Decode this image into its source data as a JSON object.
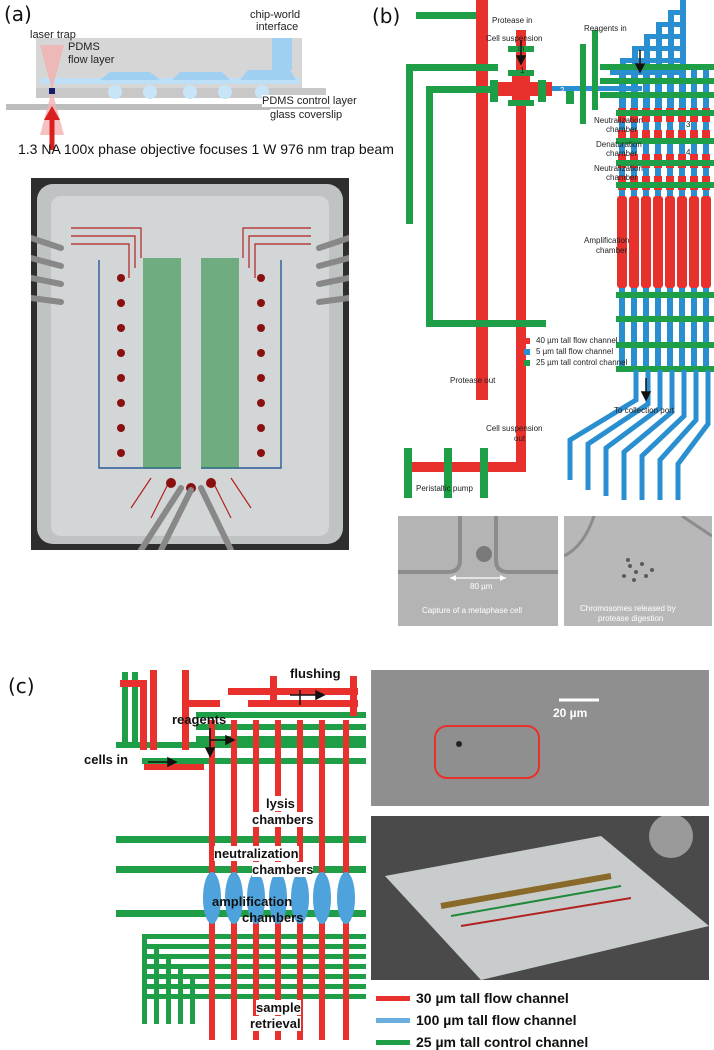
{
  "panel_a": {
    "label": "(a)",
    "laser_trap": "laser trap",
    "pdms": "PDMS",
    "flow_layer": "flow layer",
    "chip_world": "chip-world",
    "interface": "interface",
    "control_layer": "PDMS control layer",
    "coverslip": "glass coverslip",
    "caption": "1.3 NA 100x phase objective focuses 1 W 976 nm trap beam"
  },
  "panel_b": {
    "label": "(b)",
    "protease_in": "Protease in",
    "cell_suspension_in_1": "Cell suspension",
    "cell_suspension_in_2": "in",
    "reagents_in": "Reagents in",
    "num1": "1",
    "num2": "2",
    "num3": "3",
    "num4": "4",
    "neutralization_1": "Neutralization",
    "chamber": "chamber",
    "denaturation": "Denaturation",
    "neutralization_2": "Neutralization",
    "amplification": "Amplification",
    "legend_red": "40 µm tall flow channel",
    "legend_blue": "5 µm tall flow channel",
    "legend_green": "25 µm tall control channel",
    "protease_out": "Protease out",
    "to_collection": "To collection port",
    "cell_out_1": "Cell suspension",
    "cell_out_2": "out",
    "peristaltic": "Peristaltic pump",
    "scale_80": "80 µm",
    "caption_metaphase": "Capture of a metaphase cell",
    "caption_chromo_1": "Chromosomes released by",
    "caption_chromo_2": "protease digestion"
  },
  "panel_c": {
    "label": "(c)",
    "flushing": "flushing",
    "reagents": "reagents",
    "cells_in": "cells in",
    "lysis_1": "lysis",
    "lysis_2": "chambers",
    "neutral_1": "neutralization",
    "neutral_2": "chambers",
    "amp_1": "amplification",
    "amp_2": "chambers",
    "sample_1": "sample",
    "sample_2": "retrieval",
    "scale_20": "20 µm",
    "legend_red": "30 µm tall flow channel",
    "legend_blue": "100 µm tall flow channel",
    "legend_green": "25 µm tall control channel"
  },
  "colors": {
    "red": "#e8302c",
    "blue": "#2a8fd0",
    "green": "#1e9e46",
    "legend_blue": "#6aaee0"
  }
}
